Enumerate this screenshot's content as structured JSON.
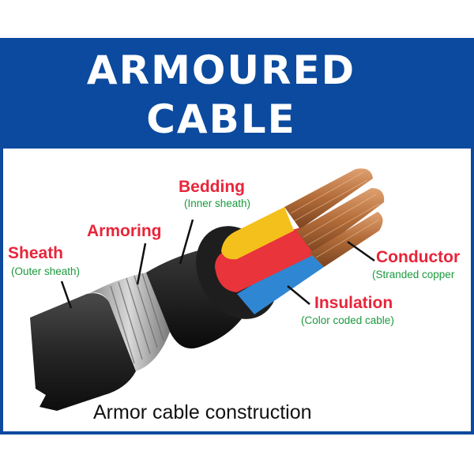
{
  "header": {
    "title_line1": "ARMOURED",
    "title_line2": "CABLE"
  },
  "labels": {
    "sheath": "Sheath",
    "sheath_sub": "(Outer sheath)",
    "armoring": "Armoring",
    "bedding": "Bedding",
    "bedding_sub": "(Inner sheath)",
    "conductor": "Conductor",
    "conductor_sub": "(Stranded copper",
    "insulation": "Insulation",
    "insulation_sub": "(Color coded cable)"
  },
  "caption": "Armor cable construction",
  "colors": {
    "banner": "#0b4a9e",
    "label_main": "#e8253a",
    "label_sub": "#1a9a3c",
    "core_yellow": "#f4c01c",
    "core_red": "#e8343a",
    "core_blue": "#2f86d3",
    "copper": "#c47a45"
  }
}
